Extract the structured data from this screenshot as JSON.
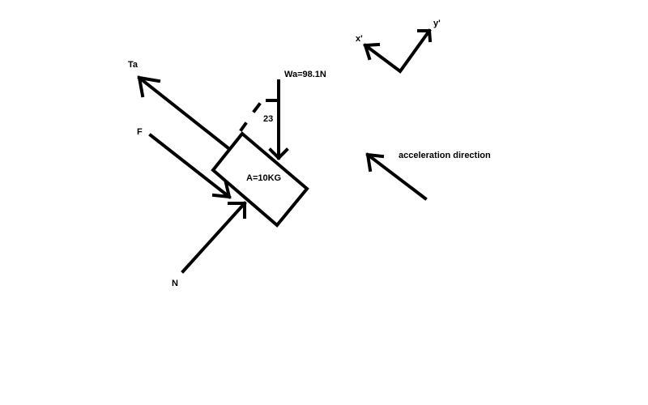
{
  "labels": {
    "tension": "Ta",
    "applied_force": "F",
    "normal_force": "N",
    "weight": "Wa=98.1N",
    "angle": "23",
    "block": "A=10KG",
    "x_axis": "x'",
    "y_axis": "y'",
    "acceleration": "acceleration direction"
  },
  "colors": {
    "ink": "#000000",
    "background": "#ffffff"
  }
}
